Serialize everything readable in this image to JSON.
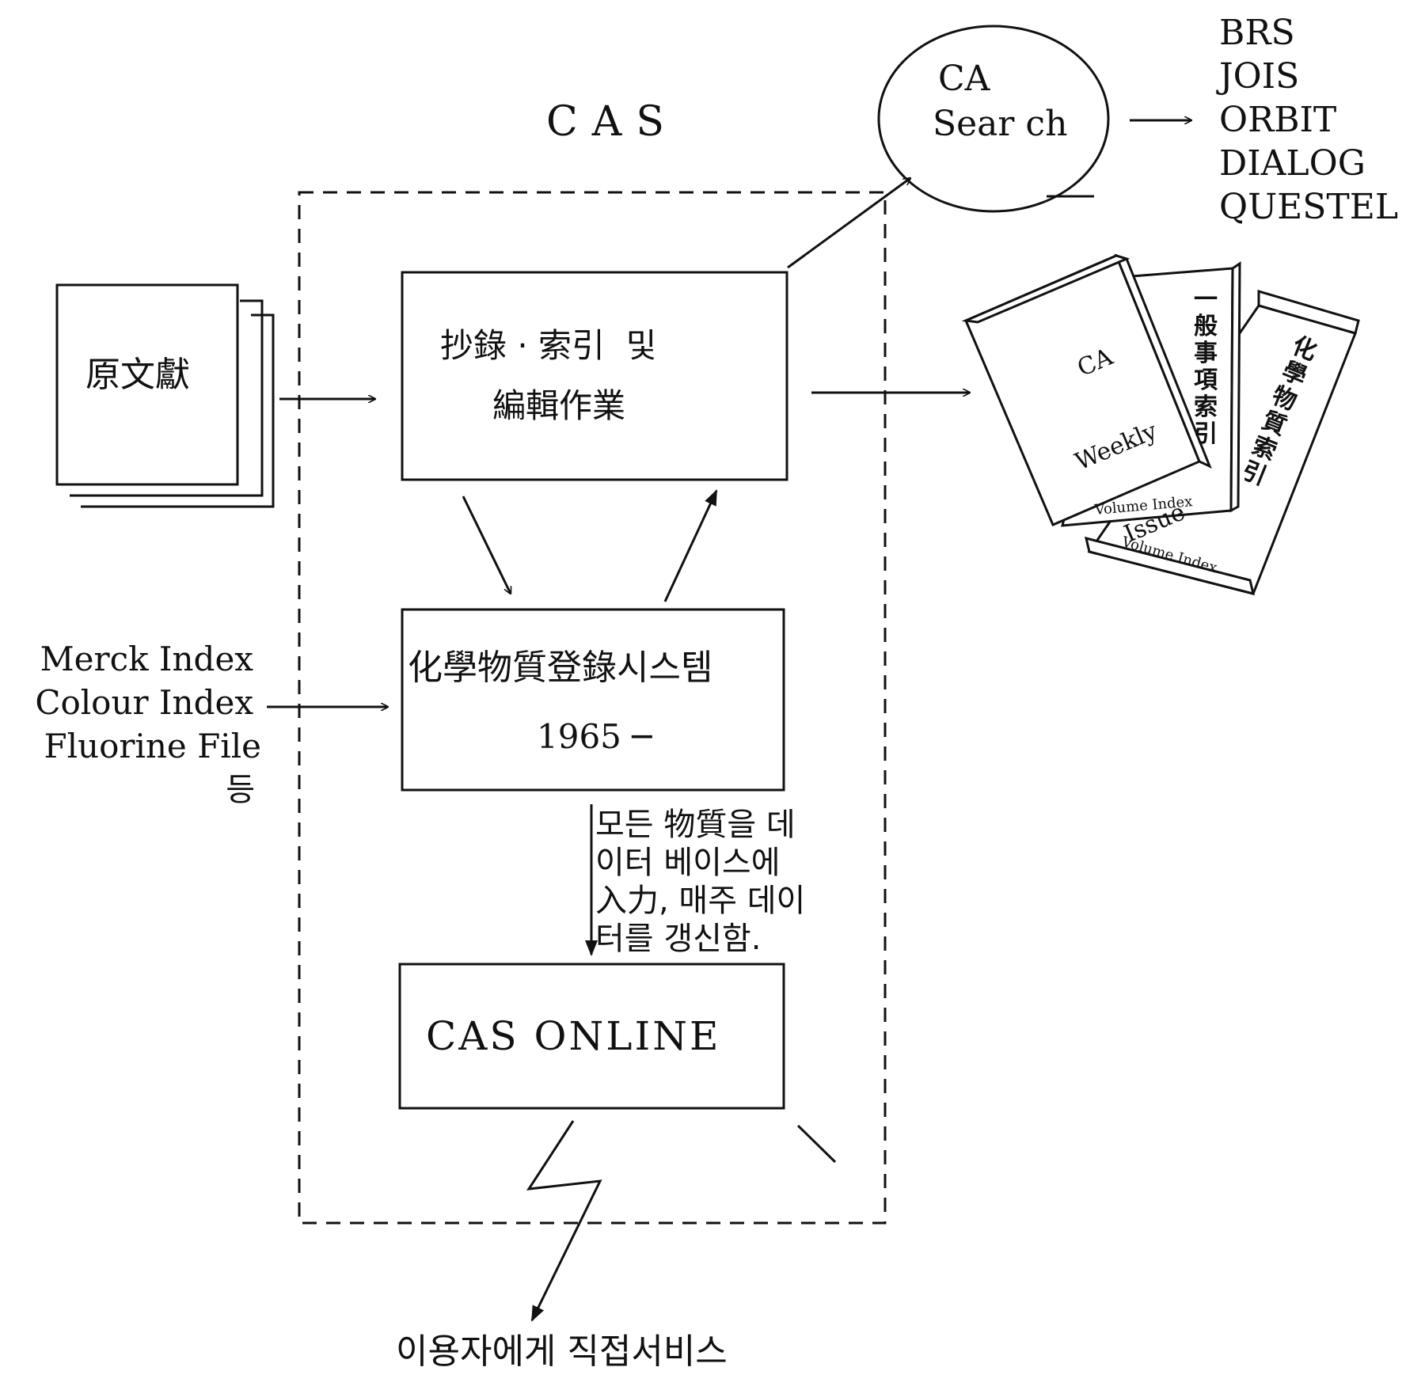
{
  "system_title": "CAS",
  "ca_search": {
    "line1": "CA",
    "line2": "Sear ch"
  },
  "online_services": [
    "BRS",
    "JOIS",
    "ORBIT",
    "DIALOG",
    "QUESTEL"
  ],
  "original_documents": "原文獻",
  "abstracting_box": {
    "line1": "抄錄 · 索引  및",
    "line2": "編輯作業"
  },
  "registry_box": {
    "line1": "化學物質登錄시스템",
    "line2": "1965 ─"
  },
  "online_box": "CAS ONLINE",
  "external_sources": [
    "Merck Index",
    "Colour Index",
    "Fluorine File",
    "등"
  ],
  "database_note": [
    "모든 物質을 데",
    "이터 베이스에",
    "入力, 매주 데이",
    "터를 갱신함."
  ],
  "direct_service": "이용자에게 직접서비스",
  "publications": {
    "weekly_issue": [
      "CA",
      "Weekly",
      "Issue"
    ],
    "general_subject_index": "一般事項索引",
    "chemical_substance_index": "化學物質索引",
    "volume_index": "Volume Index"
  }
}
